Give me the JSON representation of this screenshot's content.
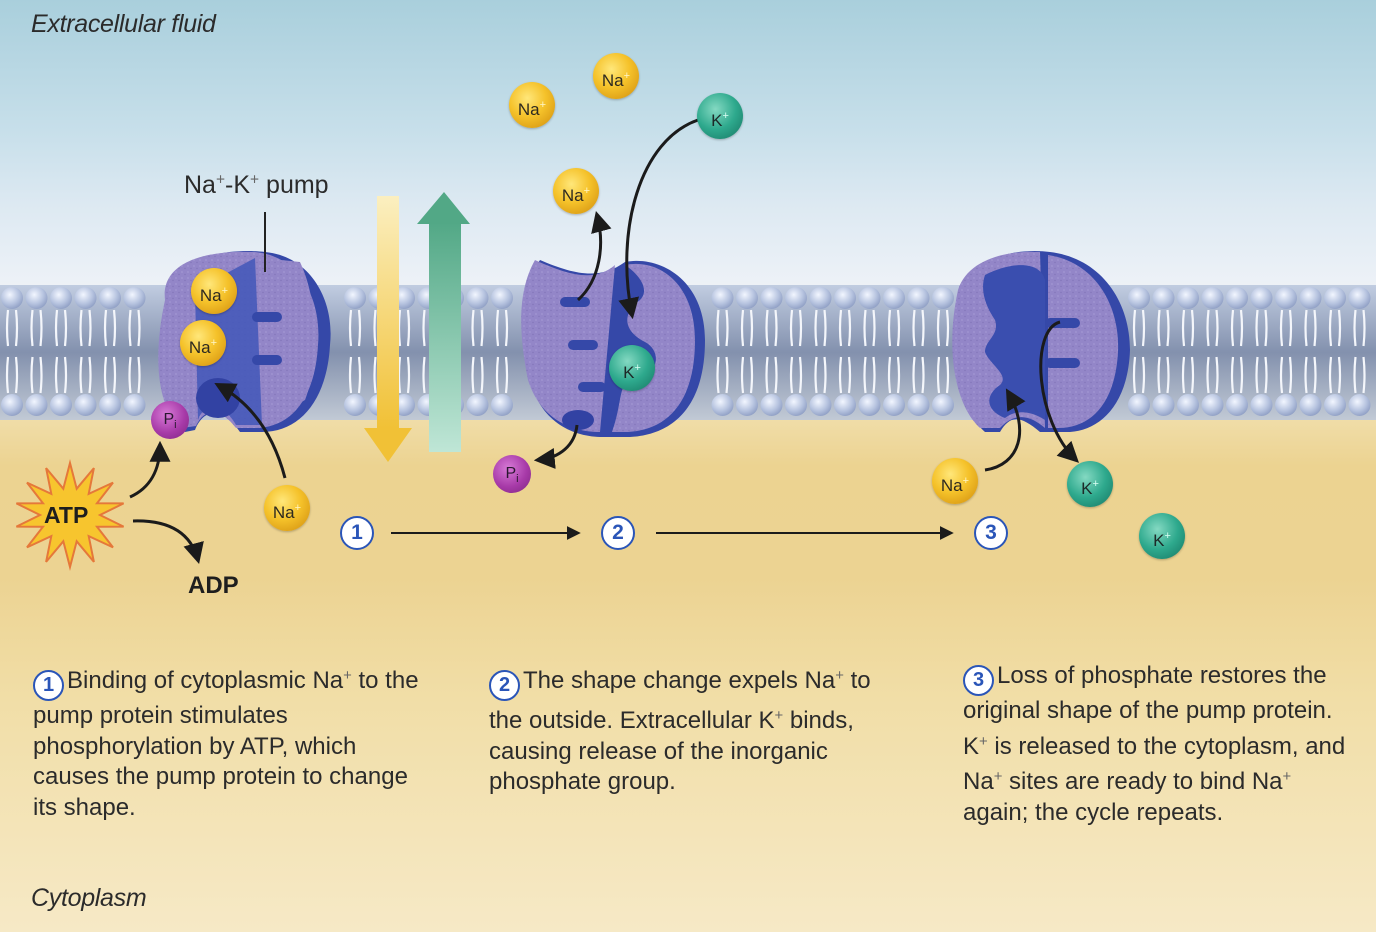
{
  "regions": {
    "extracellular_label": "Extracellular fluid",
    "cytoplasm_label": "Cytoplasm"
  },
  "pump_label": {
    "text": "Na",
    "sup1": "+",
    "mid": "-K",
    "sup2": "+",
    "tail": " pump"
  },
  "ions": {
    "na_symbol": "Na",
    "k_symbol": "K",
    "charge": "+",
    "pi_symbol": "P",
    "pi_sub": "i"
  },
  "energy": {
    "atp": "ATP",
    "adp": "ADP"
  },
  "steps": [
    {
      "number": "1",
      "description_parts": [
        "Binding of cytoplasmic Na",
        "+",
        " to the pump protein stimulates phosphorylation by ATP, which causes the pump protein to change its shape."
      ]
    },
    {
      "number": "2",
      "description_parts": [
        "The shape change expels Na",
        "+",
        " to the outside. Extracellular K",
        "+",
        " binds, causing release of the inorganic phosphate group."
      ]
    },
    {
      "number": "3",
      "description_parts": [
        "Loss of phosphate restores the original shape of the pump protein. K",
        "+",
        " is released to the cytoplasm, and Na",
        "+",
        " sites are ready to bind Na",
        "+",
        " again; the cycle repeats."
      ]
    }
  ],
  "colors": {
    "sodium": "#f5c22a",
    "potassium": "#2ea98d",
    "phosphate": "#a73aa8",
    "pump_protein": "#8f82c4",
    "pump_channel": "#3548a8",
    "step_badge": "#2a55b8",
    "na_gradient_arrow": "#f3c640",
    "k_gradient_arrow": "#5fb28e"
  }
}
